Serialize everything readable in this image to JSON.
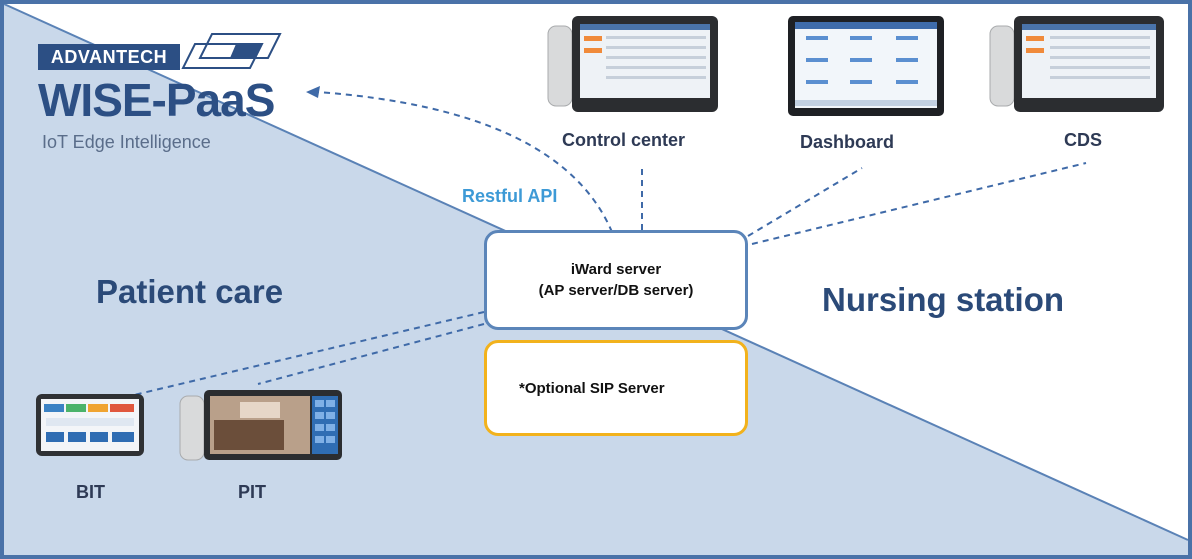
{
  "logo": {
    "brand": "ADVANTECH",
    "product": "WISE-PaaS",
    "tagline": "IoT Edge Intelligence"
  },
  "regions": {
    "left": "Patient care",
    "right": "Nursing station"
  },
  "api_label": "Restful API",
  "server": {
    "line1": "iWard server",
    "line2": "(AP server/DB server)"
  },
  "sip_server": "*Optional SIP Server",
  "devices": {
    "control_center": "Control center",
    "dashboard": "Dashboard",
    "cds": "CDS",
    "bit": "BIT",
    "pit": "PIT"
  },
  "colors": {
    "frame": "#4a72a8",
    "left_region": "#c7d6e8",
    "server_border": "#5b85b9",
    "sip_border": "#f2b21c",
    "api_text": "#3d9ad6",
    "region_text": "#2b4a78"
  }
}
